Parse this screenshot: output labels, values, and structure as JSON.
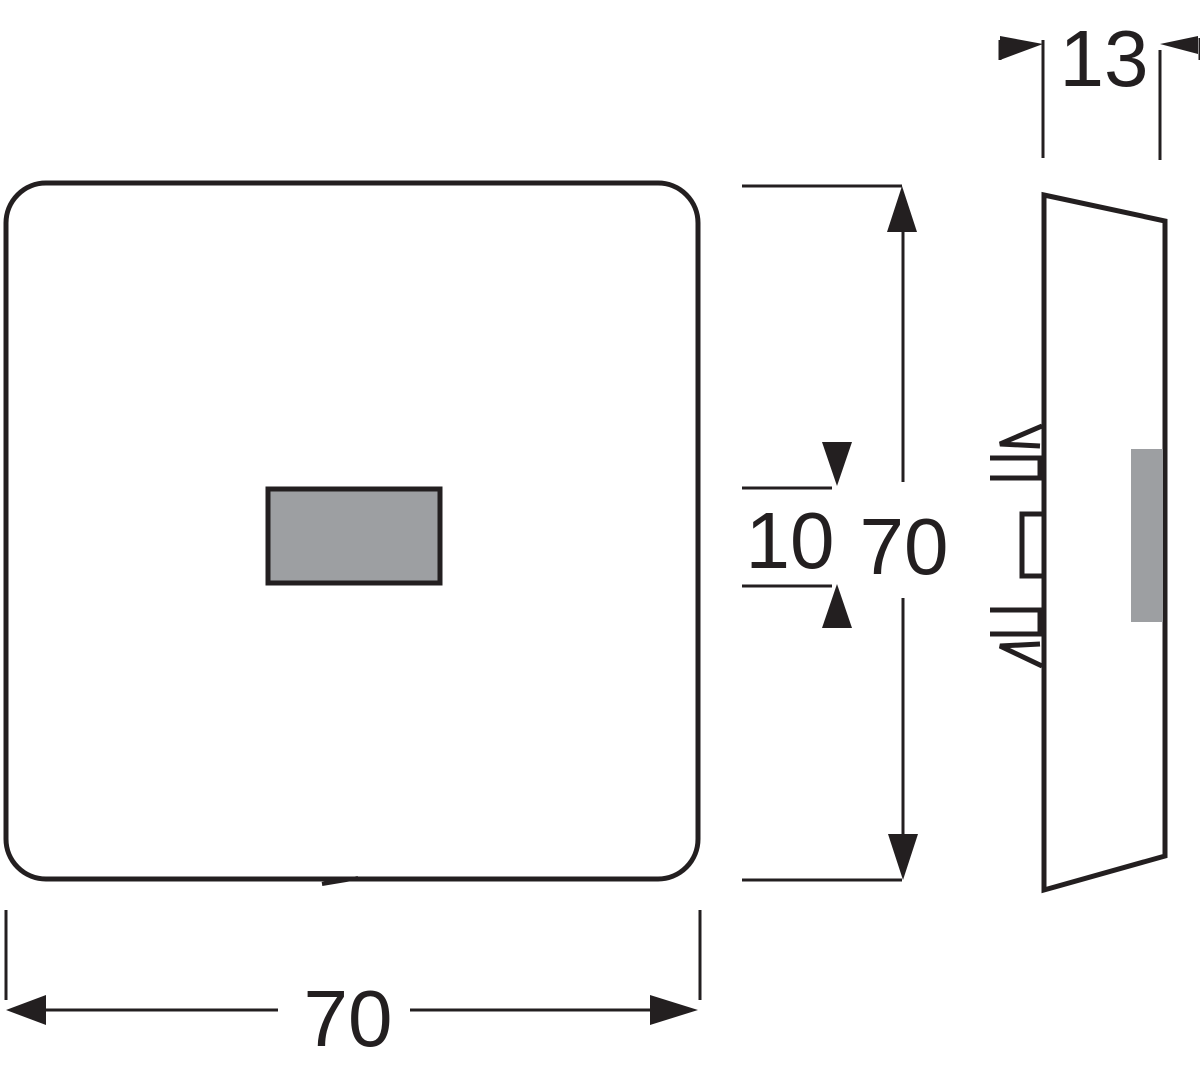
{
  "colors": {
    "line": "#231f20",
    "window_fill": "#9d9fa2",
    "background": "#ffffff"
  },
  "dimensions": {
    "front_width": "70",
    "front_height": "70",
    "window_height": "10",
    "side_depth": "13"
  }
}
